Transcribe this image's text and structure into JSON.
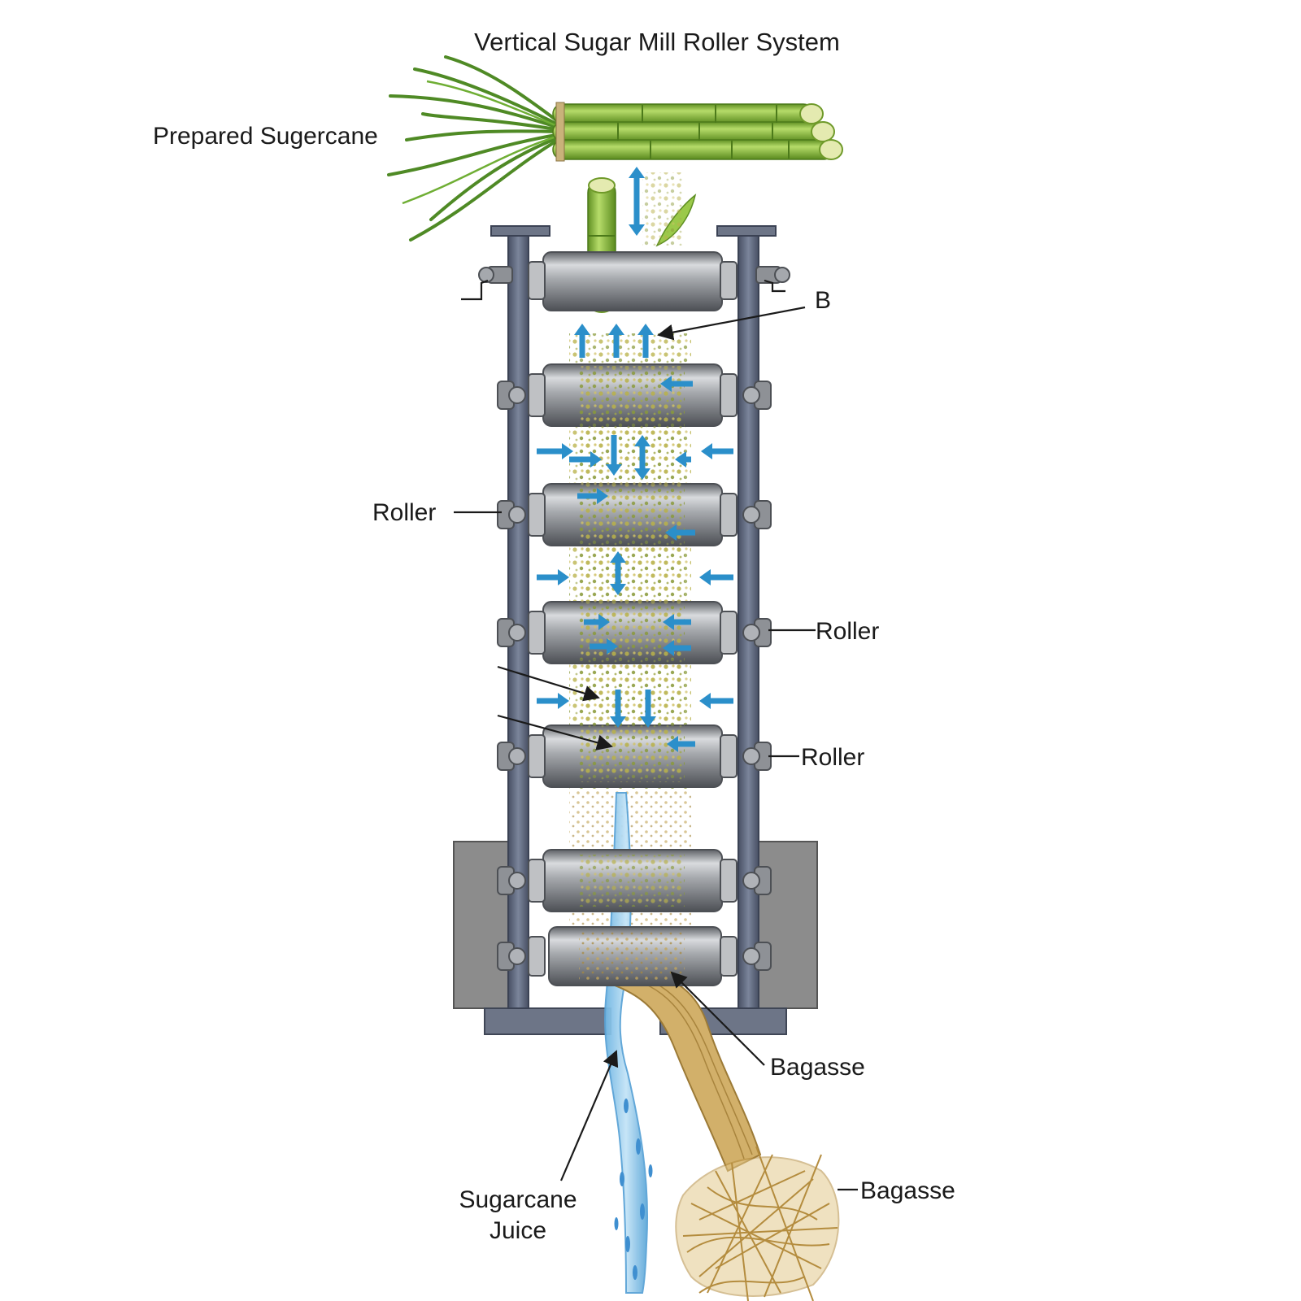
{
  "diagram": {
    "title": "Vertical Sugar Mill Roller System",
    "labels": {
      "prepared_sugarcane": "Prepared Sugercane",
      "b": "B",
      "roller_left": "Roller",
      "roller_right_1": "Roller",
      "roller_right_2": "Roller",
      "bagasse_1": "Bagasse",
      "bagasse_2": "Bagasse",
      "juice_line1": "Sugarcane",
      "juice_line2": "Juice"
    },
    "colors": {
      "frame": "#5a6479",
      "roller": "#9a9da2",
      "housing": "#8c8c8c",
      "cane": "#8fbf3a",
      "flow_arrow": "#2b8fca",
      "juice": "#7fc1ea",
      "bagasse": "#c9a55a"
    }
  }
}
